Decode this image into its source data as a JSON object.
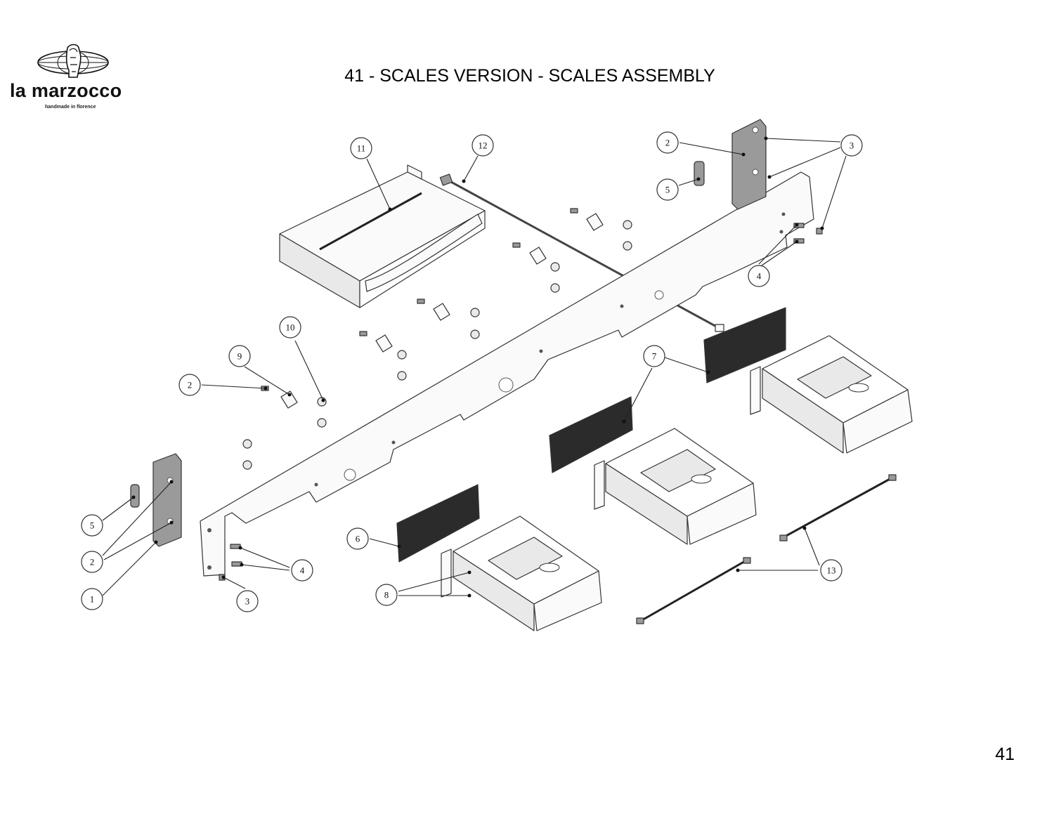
{
  "header": {
    "brand": "la marzocco",
    "tagline": "handmade in florence",
    "title": "41 - SCALES VERSION - SCALES ASSEMBLY"
  },
  "page_number": "41",
  "callouts": [
    {
      "id": "c-11",
      "label": "11"
    },
    {
      "id": "c-12",
      "label": "12"
    },
    {
      "id": "c-2a",
      "label": "2"
    },
    {
      "id": "c-3a",
      "label": "3"
    },
    {
      "id": "c-5a",
      "label": "5"
    },
    {
      "id": "c-4a",
      "label": "4"
    },
    {
      "id": "c-10",
      "label": "10"
    },
    {
      "id": "c-9",
      "label": "9"
    },
    {
      "id": "c-2b",
      "label": "2"
    },
    {
      "id": "c-7",
      "label": "7"
    },
    {
      "id": "c-5b",
      "label": "5"
    },
    {
      "id": "c-2c",
      "label": "2"
    },
    {
      "id": "c-1",
      "label": "1"
    },
    {
      "id": "c-6",
      "label": "6"
    },
    {
      "id": "c-4b",
      "label": "4"
    },
    {
      "id": "c-3b",
      "label": "3"
    },
    {
      "id": "c-8",
      "label": "8"
    },
    {
      "id": "c-13",
      "label": "13"
    }
  ]
}
